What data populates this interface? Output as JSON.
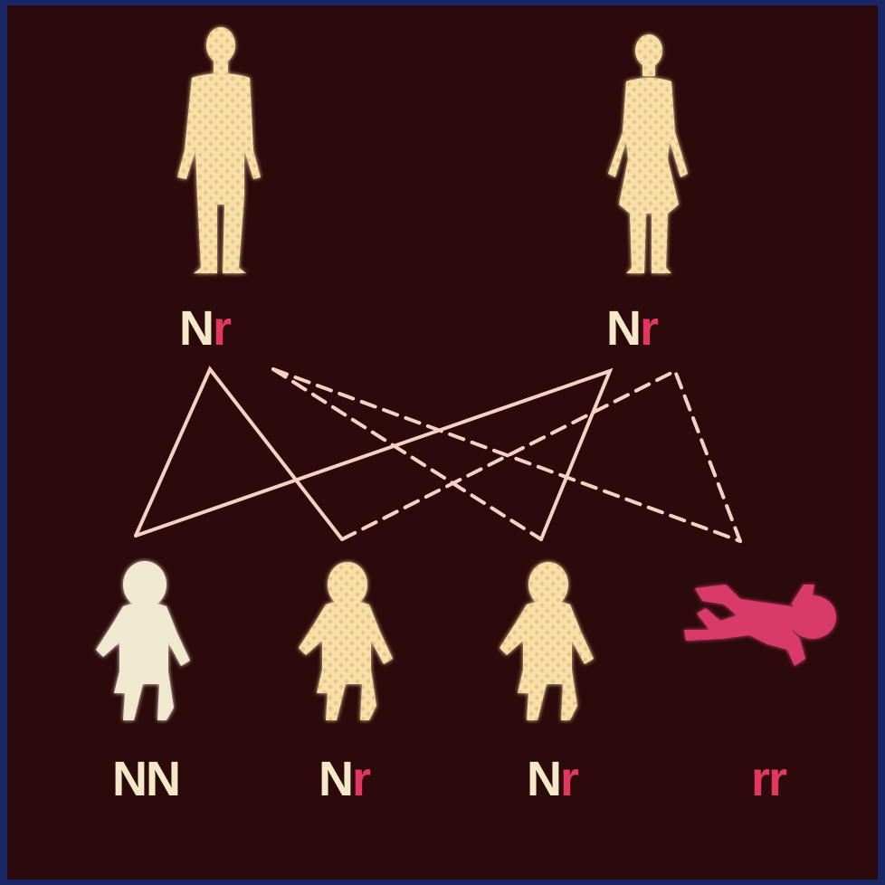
{
  "colors": {
    "border": "#1a2766",
    "background": "#2c0a0c",
    "normal": "#f5e8c8",
    "recessive": "#e23860",
    "affected_figure": "#d83a6a"
  },
  "icons": {
    "father": "man-figure-icon",
    "mother": "woman-figure-icon",
    "child": "baby-figure-icon",
    "affected_child": "lying-baby-figure-icon"
  },
  "parents": [
    {
      "allele_1": "N",
      "allele_2": "r"
    },
    {
      "allele_1": "N",
      "allele_2": "r"
    }
  ],
  "children": [
    {
      "allele_1": "N",
      "allele_2": "N"
    },
    {
      "allele_1": "N",
      "allele_2": "r"
    },
    {
      "allele_1": "N",
      "allele_2": "r"
    },
    {
      "allele_1": "r",
      "allele_2": "r"
    }
  ]
}
